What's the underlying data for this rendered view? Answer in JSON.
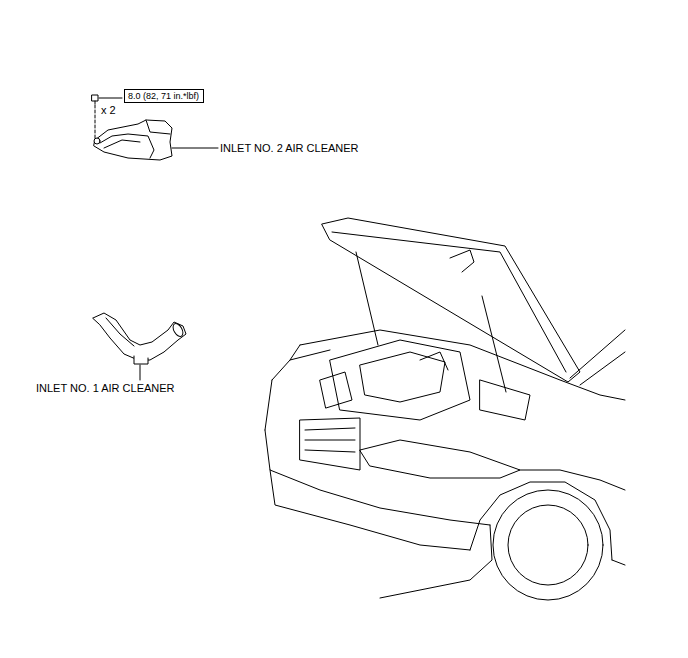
{
  "diagram": {
    "nodes": [
      {
        "text": [
          "8.0 (82, 71 in.*lbf)"
        ]
      }
    ],
    "labels": [
      "x 2",
      "INLET NO. 2 AIR CLEANER",
      "INLET NO. 1 AIR CLEANER"
    ]
  }
}
